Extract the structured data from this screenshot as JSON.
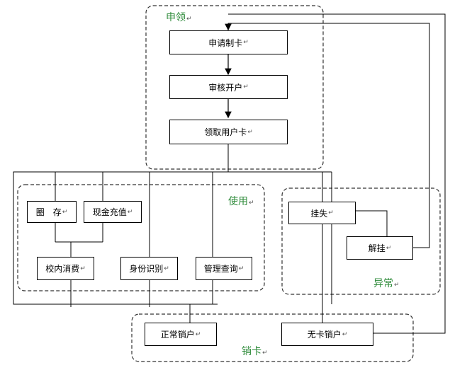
{
  "para_mark": "↵",
  "groups": {
    "apply": "申领",
    "use": "使用",
    "abnormal": "异常",
    "cancel": "销卡"
  },
  "nodes": {
    "apply_card": "申请制卡",
    "review_open": "审核开户",
    "receive_card": "领取用户卡",
    "deposit": "圈　存",
    "cash_recharge": "现金充值",
    "campus_spending": "校内消费",
    "identity": "身份识别",
    "manage_query": "管理查询",
    "report_loss": "挂失",
    "unreport_loss": "解挂",
    "normal_cancel": "正常销户",
    "no_card_cancel": "无卡销户"
  },
  "colors": {
    "label_green": "#2e8b3a",
    "line": "#000000",
    "dash": "#333333"
  }
}
